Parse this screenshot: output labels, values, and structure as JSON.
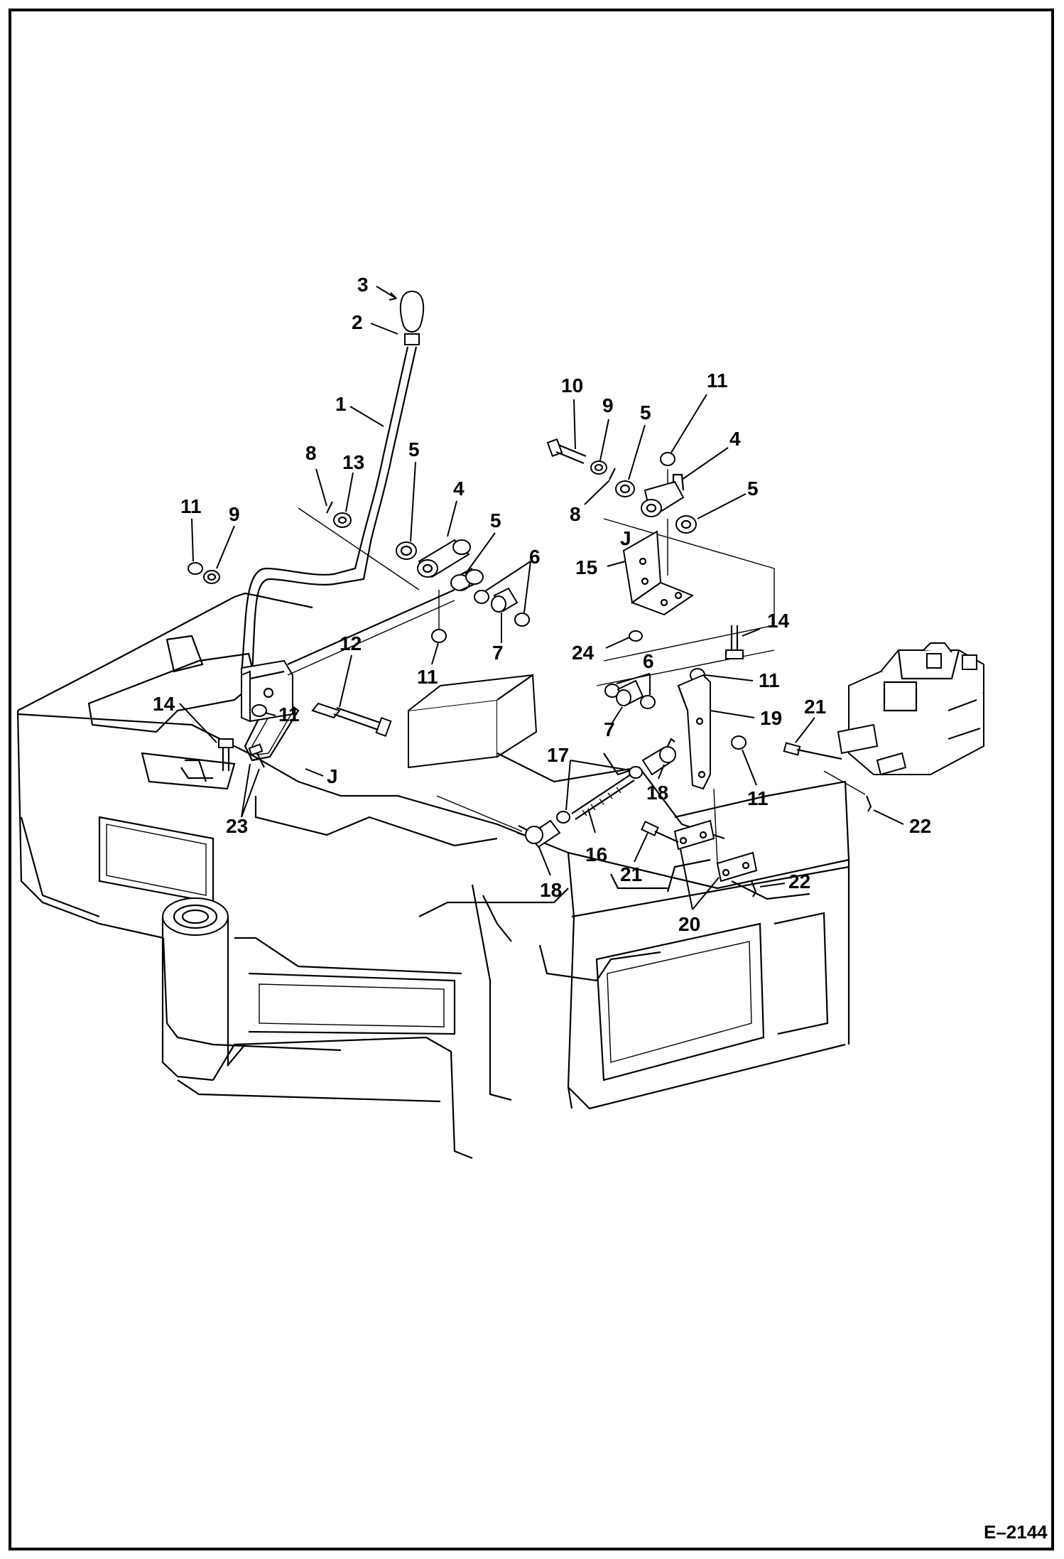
{
  "diagram": {
    "reference_code": "E–2144",
    "callouts": [
      {
        "id": "c3",
        "text": "3"
      },
      {
        "id": "c2",
        "text": "2"
      },
      {
        "id": "c1",
        "text": "1"
      },
      {
        "id": "c8a",
        "text": "8"
      },
      {
        "id": "c13",
        "text": "13"
      },
      {
        "id": "c5a",
        "text": "5"
      },
      {
        "id": "c4a",
        "text": "4"
      },
      {
        "id": "c11a",
        "text": "11"
      },
      {
        "id": "c9a",
        "text": "9"
      },
      {
        "id": "c5b",
        "text": "5"
      },
      {
        "id": "c6a",
        "text": "6"
      },
      {
        "id": "c7a",
        "text": "7"
      },
      {
        "id": "c12",
        "text": "12"
      },
      {
        "id": "c11b",
        "text": "11"
      },
      {
        "id": "c14a",
        "text": "14"
      },
      {
        "id": "c11c",
        "text": "11"
      },
      {
        "id": "cJa",
        "text": "J"
      },
      {
        "id": "c23",
        "text": "23"
      },
      {
        "id": "c10",
        "text": "10"
      },
      {
        "id": "c9b",
        "text": "9"
      },
      {
        "id": "c5c",
        "text": "5"
      },
      {
        "id": "c11d",
        "text": "11"
      },
      {
        "id": "c4b",
        "text": "4"
      },
      {
        "id": "c8b",
        "text": "8"
      },
      {
        "id": "c5d",
        "text": "5"
      },
      {
        "id": "cJb",
        "text": "J"
      },
      {
        "id": "c15",
        "text": "15"
      },
      {
        "id": "c24",
        "text": "24"
      },
      {
        "id": "c14b",
        "text": "14"
      },
      {
        "id": "c6b",
        "text": "6"
      },
      {
        "id": "c11e",
        "text": "11"
      },
      {
        "id": "c7b",
        "text": "7"
      },
      {
        "id": "c19",
        "text": "19"
      },
      {
        "id": "c21a",
        "text": "21"
      },
      {
        "id": "c17",
        "text": "17"
      },
      {
        "id": "c18a",
        "text": "18"
      },
      {
        "id": "c11f",
        "text": "11"
      },
      {
        "id": "c22a",
        "text": "22"
      },
      {
        "id": "c16",
        "text": "16"
      },
      {
        "id": "c18b",
        "text": "18"
      },
      {
        "id": "c21b",
        "text": "21"
      },
      {
        "id": "c22b",
        "text": "22"
      },
      {
        "id": "c20",
        "text": "20"
      }
    ]
  }
}
